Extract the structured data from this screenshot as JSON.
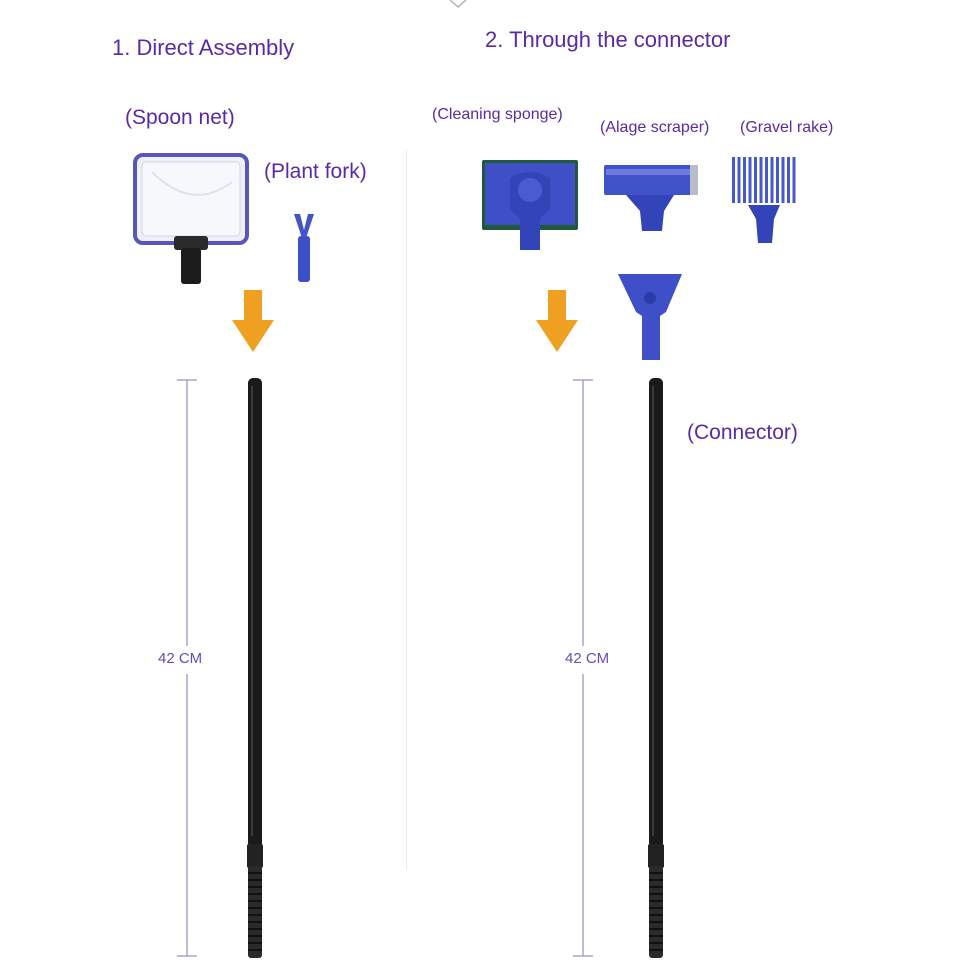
{
  "sections": {
    "direct": {
      "title": "1. Direct  Assembly",
      "spoon_net_label": "(Spoon net)",
      "plant_fork_label": "(Plant fork)",
      "length_label": "42  CM"
    },
    "connector": {
      "title": "2. Through the connector",
      "cleaning_sponge_label": "(Cleaning sponge)",
      "algae_scraper_label": "(Alage scraper)",
      "gravel_rake_label": "(Gravel rake)",
      "connector_label": "(Connector)",
      "length_label": "42 CM"
    }
  },
  "icons": [
    "spoon-net-icon",
    "plant-fork-icon",
    "cleaning-sponge-icon",
    "algae-scraper-icon",
    "gravel-rake-icon",
    "connector-icon",
    "arrow-down-icon",
    "pole-icon",
    "measure-bracket-icon"
  ],
  "colors": {
    "label": "#5a2aa6",
    "arrow": "#f0a020",
    "tool_blue": "#3f4fc8",
    "pole": "#1a1a1a",
    "sponge_green": "#1f5a3a"
  }
}
